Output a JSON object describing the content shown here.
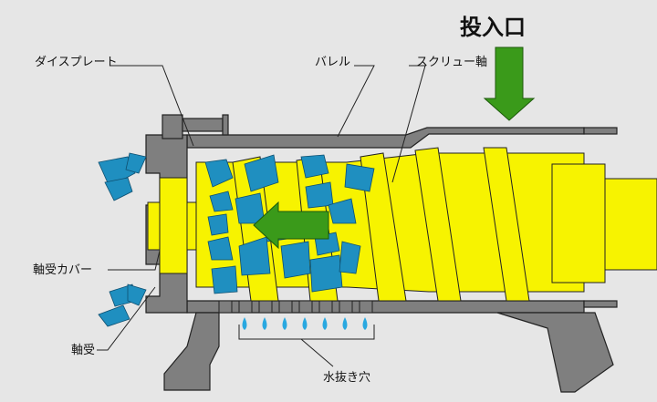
{
  "labels": {
    "inlet": "投入口",
    "die_plate": "ダイスプレート",
    "barrel": "バレル",
    "screw_shaft": "スクリュー軸",
    "bearing_cover": "軸受カバー",
    "bearing": "軸受",
    "drain_holes": "水抜き穴"
  },
  "colors": {
    "background": "#e6e6e6",
    "housing": "#7f7f7f",
    "screw": "#f7f300",
    "solids": "#1f8fc0",
    "water": "#29a8e0",
    "arrow": "#3a9a1a"
  }
}
